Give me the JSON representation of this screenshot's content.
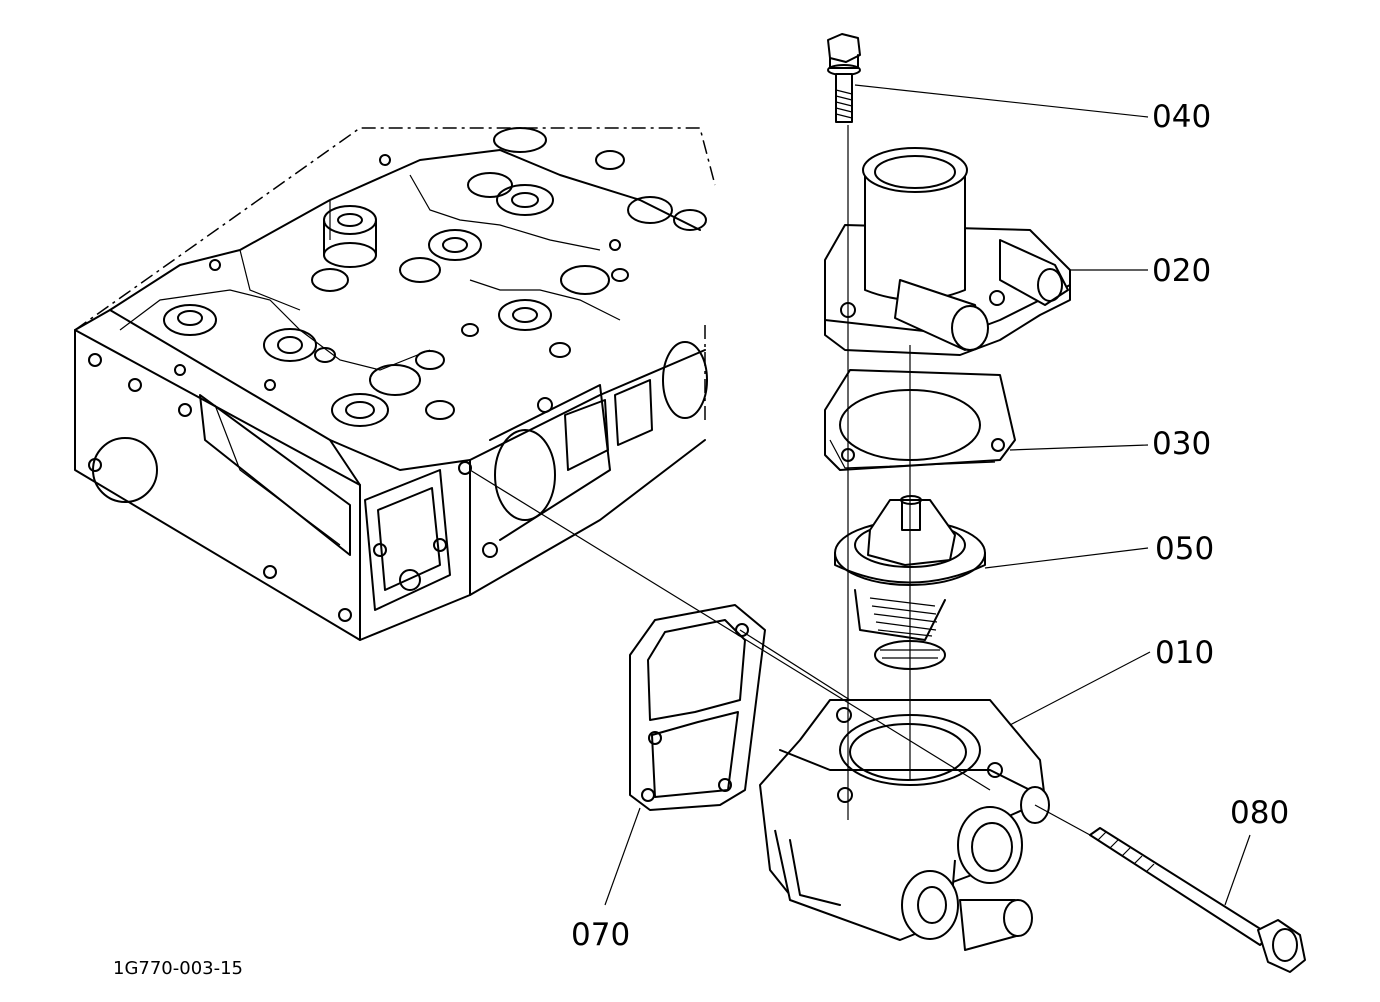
{
  "diagram": {
    "drawing_id": "1G770-003-15",
    "callouts": [
      {
        "id": "part-040",
        "label": "040"
      },
      {
        "id": "part-020",
        "label": "020"
      },
      {
        "id": "part-030",
        "label": "030"
      },
      {
        "id": "part-050",
        "label": "050"
      },
      {
        "id": "part-010",
        "label": "010"
      },
      {
        "id": "part-080",
        "label": "080"
      },
      {
        "id": "part-070",
        "label": "070"
      }
    ]
  }
}
